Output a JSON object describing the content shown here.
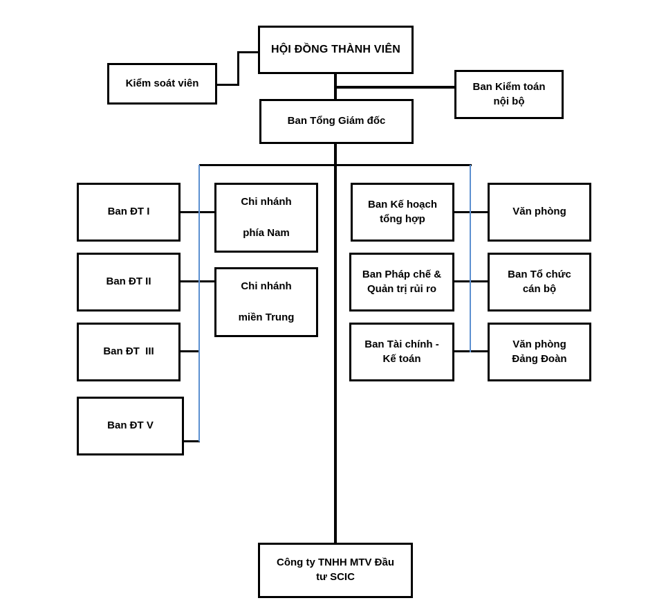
{
  "diagram": {
    "title_text": "HỘI ĐỒNG THÀNH VIÊN",
    "type": "organizational-chart",
    "language": "vi",
    "colors": {
      "box_border": "#000000",
      "box_fill": "#ffffff",
      "connector": "#000000",
      "bus_connector": "#5b8fd0",
      "text": "#000000",
      "background": "#ffffff"
    },
    "nodes": {
      "hoi_dong_thanh_vien": {
        "line1": "HỘI ĐỒNG THÀNH VIÊN"
      },
      "kiem_soat_vien": {
        "line1": "Kiểm soát viên"
      },
      "ban_kiem_toan_noi_bo": {
        "line1": "Ban Kiểm toán",
        "line2": "nội bộ"
      },
      "ban_tong_giam_doc": {
        "line1": "Ban Tổng Giám đốc"
      },
      "ban_dt_1": {
        "line1": "Ban ĐT I"
      },
      "ban_dt_2": {
        "line1": "Ban ĐT II"
      },
      "ban_dt_3": {
        "line1": "Ban ĐT  III"
      },
      "ban_dt_5": {
        "line1": "Ban ĐT V"
      },
      "chi_nhanh_phia_nam": {
        "line1": "Chi nhánh",
        "line2": "phía Nam"
      },
      "chi_nhanh_mien_trung": {
        "line1": "Chi nhánh",
        "line2": "miền Trung"
      },
      "ban_ke_hoach_tong_hop": {
        "line1": "Ban Kế hoạch",
        "line2": "tổng hợp"
      },
      "ban_phap_che": {
        "line1": "Ban Pháp chế &",
        "line2": "Quản trị rủi ro"
      },
      "ban_tai_chinh_ke_toan": {
        "line1": "Ban Tài chính -",
        "line2": "Kế toán"
      },
      "van_phong": {
        "line1": "Văn phòng"
      },
      "ban_to_chuc_can_bo": {
        "line1": "Ban Tổ chức",
        "line2": "cán bộ"
      },
      "van_phong_dang_doan": {
        "line1": "Văn phòng",
        "line2": "Đảng Đoàn"
      },
      "cong_ty_dau_tu_scic": {
        "line1": "Công ty TNHH MTV Đầu",
        "line2": "tư SCIC"
      }
    }
  }
}
